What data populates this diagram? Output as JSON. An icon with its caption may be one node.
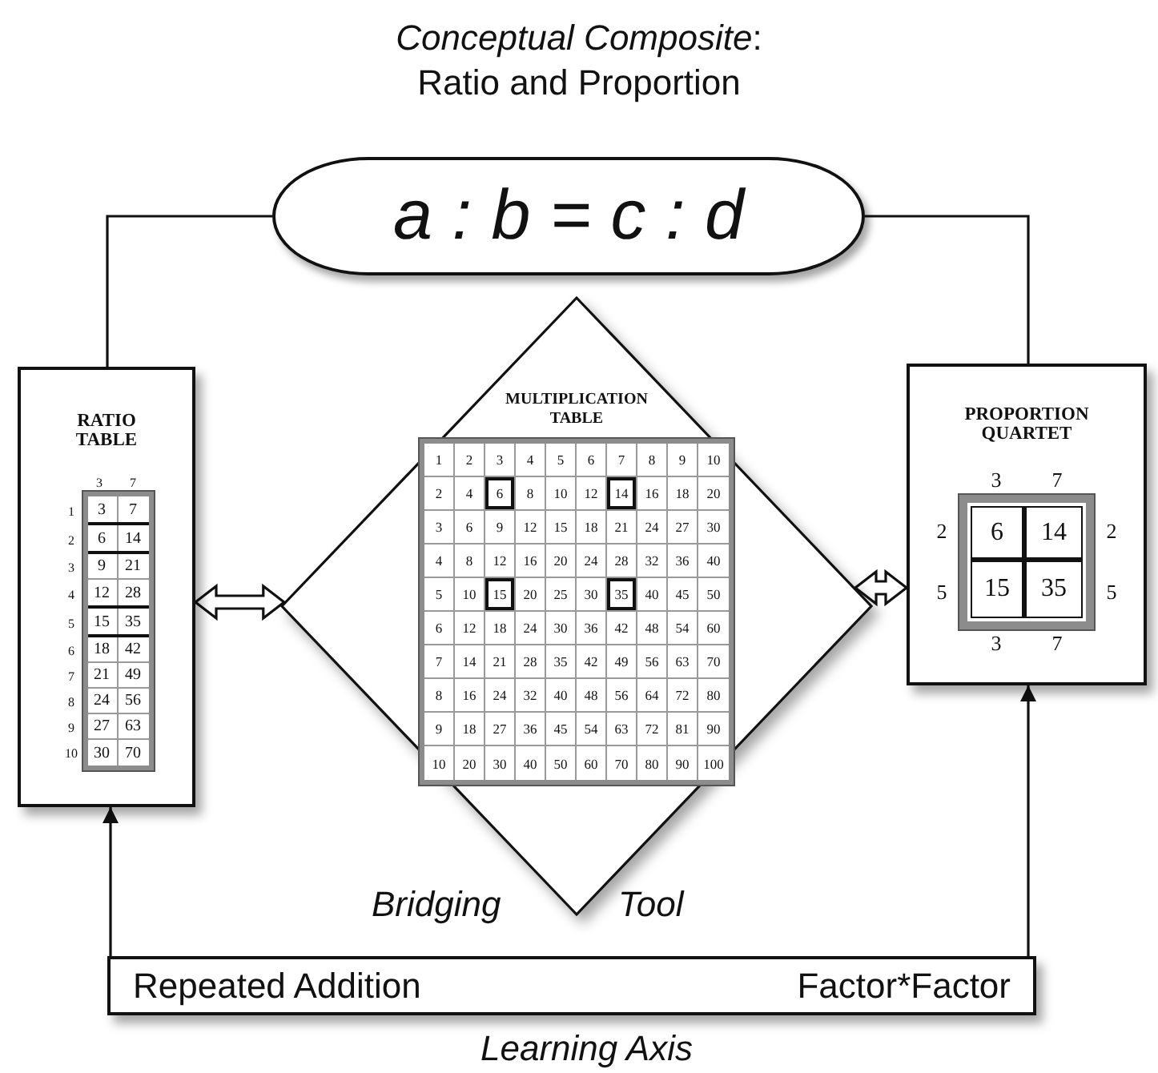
{
  "diagram": {
    "title": "*Conceptual Composite*: Ratio and Proportion",
    "nodes": [
      {
        "text": [
          "a : b = c : d"
        ]
      },
      {
        "text": [
          "RATIO TABLE"
        ]
      },
      {
        "text": [
          "MULTIPLICATION TABLE"
        ],
        "beside": [
          "Bridging",
          "Tool"
        ]
      },
      {
        "text": [
          "PROPORTION QUARTET"
        ]
      },
      {
        "text": [
          "Repeated Addition",
          "Factor*Factor"
        ],
        "beside": [
          "Learning Axis"
        ]
      }
    ],
    "edges": [
      {
        "from": 0,
        "to": 1,
        "arrow": "none"
      },
      {
        "from": 0,
        "to": 3,
        "arrow": "none"
      },
      {
        "from": 1,
        "to": 2,
        "arrow": "both",
        "style": "thick"
      },
      {
        "from": 2,
        "to": 3,
        "arrow": "both",
        "style": "thick"
      },
      {
        "from": 4,
        "to": 1,
        "arrow": "to"
      },
      {
        "from": 4,
        "to": 3,
        "arrow": "to"
      }
    ],
    "labels": [
      "3",
      "7",
      "1",
      "3",
      "7",
      "2",
      "6",
      "14",
      "3",
      "9",
      "21",
      "4",
      "12",
      "28",
      "5",
      "15",
      "35",
      "6",
      "18",
      "42",
      "7",
      "21",
      "49",
      "8",
      "24",
      "56",
      "9",
      "27",
      "63",
      "10",
      "30",
      "70",
      "1",
      "2",
      "3",
      "4",
      "5",
      "6",
      "7",
      "8",
      "9",
      "10",
      "2",
      "4",
      "6",
      "8",
      "10",
      "12",
      "14",
      "16",
      "18",
      "20",
      "3",
      "6",
      "9",
      "12",
      "15",
      "18",
      "21",
      "24",
      "27",
      "30",
      "4",
      "8",
      "12",
      "16",
      "20",
      "24",
      "28",
      "32",
      "36",
      "40",
      "5",
      "10",
      "15",
      "20",
      "25",
      "30",
      "35",
      "40",
      "45",
      "50",
      "6",
      "12",
      "18",
      "24",
      "30",
      "36",
      "42",
      "48",
      "54",
      "60",
      "7",
      "14",
      "21",
      "28",
      "35",
      "42",
      "49",
      "56",
      "63",
      "70",
      "8",
      "16",
      "24",
      "32",
      "40",
      "48",
      "56",
      "64",
      "72",
      "80",
      "9",
      "18",
      "27",
      "36",
      "45",
      "54",
      "63",
      "72",
      "81",
      "90",
      "10",
      "20",
      "30",
      "40",
      "50",
      "60",
      "70",
      "80",
      "90",
      "100",
      "3",
      "7",
      "2",
      "6",
      "14",
      "2",
      "5",
      "15",
      "35",
      "5",
      "3",
      "7"
    ]
  }
}
